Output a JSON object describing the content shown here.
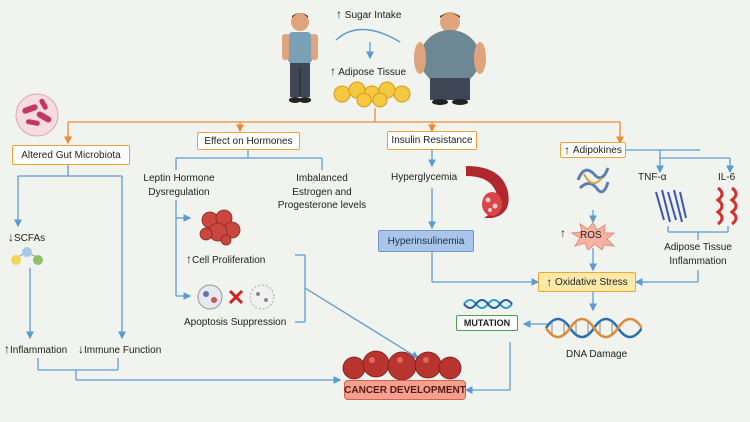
{
  "labels": {
    "sugar_intake": "Sugar Intake",
    "adipose_tissue": "Adipose Tissue",
    "gut_microbiota": "Altered Gut Microbiota",
    "hormones": "Effect on Hormones",
    "insulin_resistance": "Insulin Resistance",
    "adipokines": "Adipokines",
    "scfas": "SCFAs",
    "inflammation": "Inflammation",
    "immune_function": "Immune Function",
    "leptin_line1": "Leptin Hormone",
    "leptin_line2": "Dysregulation",
    "imbalanced_line1": "Imbalanced",
    "imbalanced_line2": "Estrogen and",
    "imbalanced_line3": "Progesterone levels",
    "cell_proliferation": "Cell Proliferation",
    "apoptosis": "Apoptosis Suppression",
    "hyperglycemia": "Hyperglycemia",
    "hyperinsulinemia": "Hyperinsulinemia",
    "tnf": "TNF-α",
    "il6": "IL-6",
    "ros": "ROS",
    "adipose_inflammation_line1": "Adipose Tissue",
    "adipose_inflammation_line2": "Inflammation",
    "oxidative_stress": "Oxidative Stress",
    "mutation": "MUTATION",
    "dna_damage": "DNA Damage",
    "cancer_development": "CANCER DEVELOPMENT"
  },
  "arrows": {
    "up": "↑",
    "down": "↓"
  },
  "colors": {
    "orange_line": "#ec8a35",
    "blue_line": "#5b9bd5",
    "cancer_fill": "#f3a08f"
  }
}
